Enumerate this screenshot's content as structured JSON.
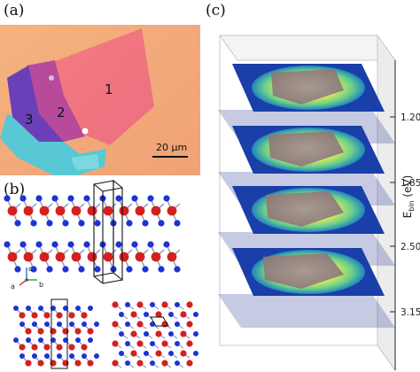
{
  "panels": {
    "a": {
      "label": "(a)"
    },
    "b": {
      "label": "(b)"
    },
    "c": {
      "label": "(c)"
    }
  },
  "micrograph": {
    "regions": [
      "1",
      "2",
      "3"
    ],
    "scale_bar": "20 μm"
  },
  "crystal": {
    "axes": {
      "a": "a",
      "b": "b",
      "c": "c"
    },
    "colors": {
      "red_atom": "#d42020",
      "blue_atom": "#1c33d6",
      "bond": "#7a8fb0"
    }
  },
  "arpes": {
    "axis_title": "E",
    "axis_subscript": "bin",
    "axis_unit": " (eV)",
    "energies": [
      "1.20",
      "1.85",
      "2.50",
      "3.15"
    ]
  }
}
